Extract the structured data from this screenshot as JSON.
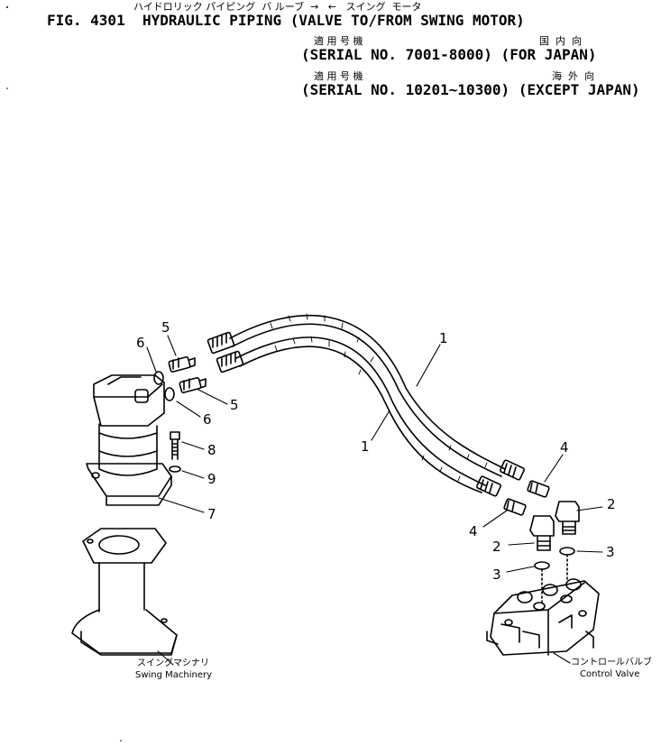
{
  "header": {
    "title_jp": "ハイドロリック パイピング  バ ルーブ  →   ←   スイング  モータ",
    "title": "FIG. 4301  HYDRAULIC PIPING (VALVE TO/FROM SWING MOTOR)",
    "serial1_jp_left": "適 用 号 機",
    "serial1_jp_right": "国  内  向",
    "serial1": "(SERIAL NO. 7001-8000) (FOR JAPAN)",
    "serial2_jp_left": "適 用 号 機",
    "serial2_jp_right": "海  外  向",
    "serial2": "(SERIAL NO. 10201~10300) (EXCEPT JAPAN)"
  },
  "callouts": {
    "n1a": "1",
    "n1b": "1",
    "n2a": "2",
    "n2b": "2",
    "n3a": "3",
    "n3b": "3",
    "n4a": "4",
    "n4b": "4",
    "n5a": "5",
    "n5b": "5",
    "n6a": "6",
    "n6b": "6",
    "n7": "7",
    "n8": "8",
    "n9": "9"
  },
  "captions": {
    "swing_jp": "スイングマシナリ",
    "swing_en": "Swing Machinery",
    "valve_jp": "コントロールバルブ",
    "valve_en": "Control Valve"
  }
}
